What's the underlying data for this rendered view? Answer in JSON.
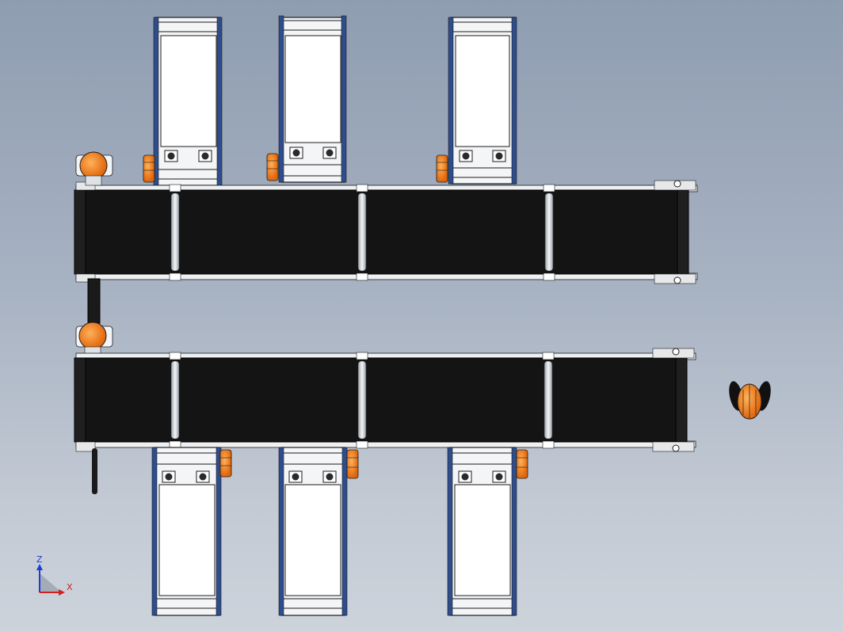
{
  "scene": {
    "description_level": "cad-top-view",
    "conveyor_count": 2,
    "feeder_count": 6,
    "colors": {
      "background_top": "#8f9db1",
      "background_bottom": "#cdd3db",
      "belt": "#141414",
      "frame": "#e9ecef",
      "motor_orange": "#f07a12",
      "side_rail_blue": "#2f4d8c",
      "outline": "#1c1c1c"
    }
  },
  "triad": {
    "z_label": "Z",
    "x_label": "X",
    "z_color": "#1d3cd6",
    "x_color": "#d02020"
  }
}
